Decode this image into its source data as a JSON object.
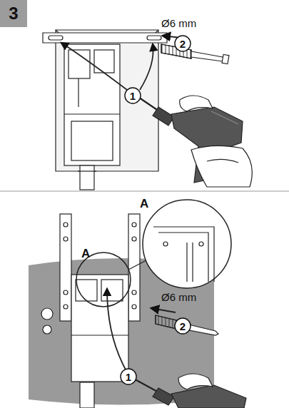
{
  "diagram": {
    "nodes": [
      {
        "text": [
          "3"
        ]
      },
      {
        "text": [
          "2"
        ]
      },
      {
        "text": [
          "1"
        ]
      },
      {
        "text": [
          "2"
        ]
      },
      {
        "text": [
          "1"
        ]
      }
    ],
    "labels": [
      "Ø6 mm",
      "A",
      "A",
      "Ø6 mm"
    ]
  }
}
